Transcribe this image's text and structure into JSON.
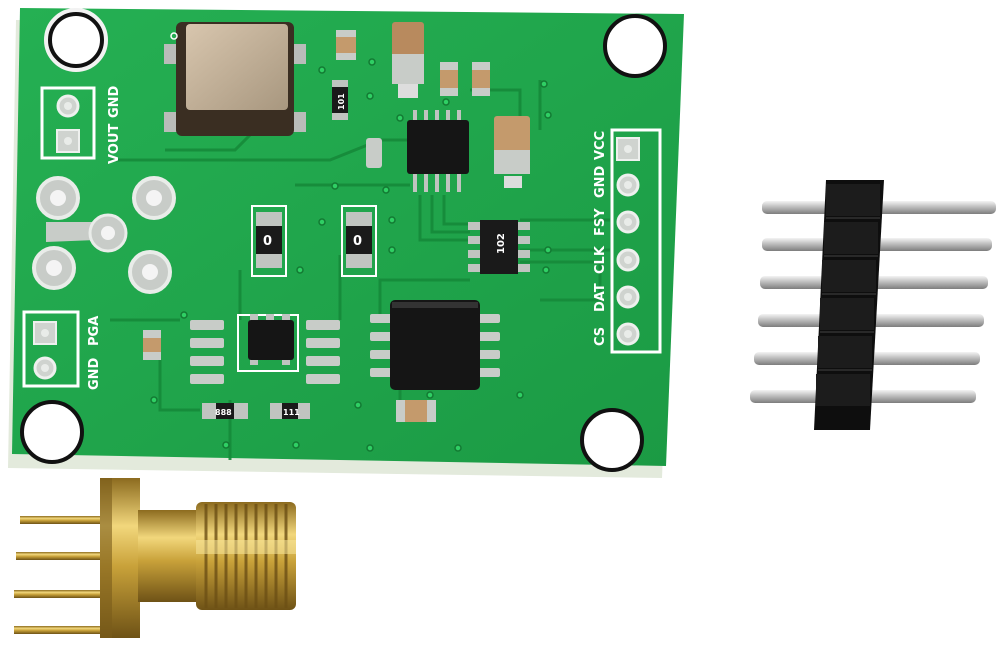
{
  "board": {
    "colors": {
      "pcb": "#1fa64a",
      "pcb_edge": "#dfe7d6",
      "silkscreen": "#ffffff",
      "gold": "#c9a23a",
      "ic_black": "#151515"
    },
    "labels": {
      "vout": "VOUT",
      "gnd_top": "GND",
      "pga": "PGA",
      "gnd_bottom": "GND",
      "cs": "CS",
      "dat": "DAT",
      "clk": "CLK",
      "fsy": "FSY",
      "gnd_header": "GND",
      "vcc": "VCC"
    },
    "component_marks": {
      "crystal_pad_mark": "0",
      "res_left": "0",
      "res_right": "0",
      "res_top": "101",
      "res_network": "102",
      "res_bottom_left": "888",
      "res_bottom_right": "111"
    }
  },
  "objects": [
    {
      "name": "pcb-board"
    },
    {
      "name": "sma-connector"
    },
    {
      "name": "pin-header-6"
    }
  ]
}
